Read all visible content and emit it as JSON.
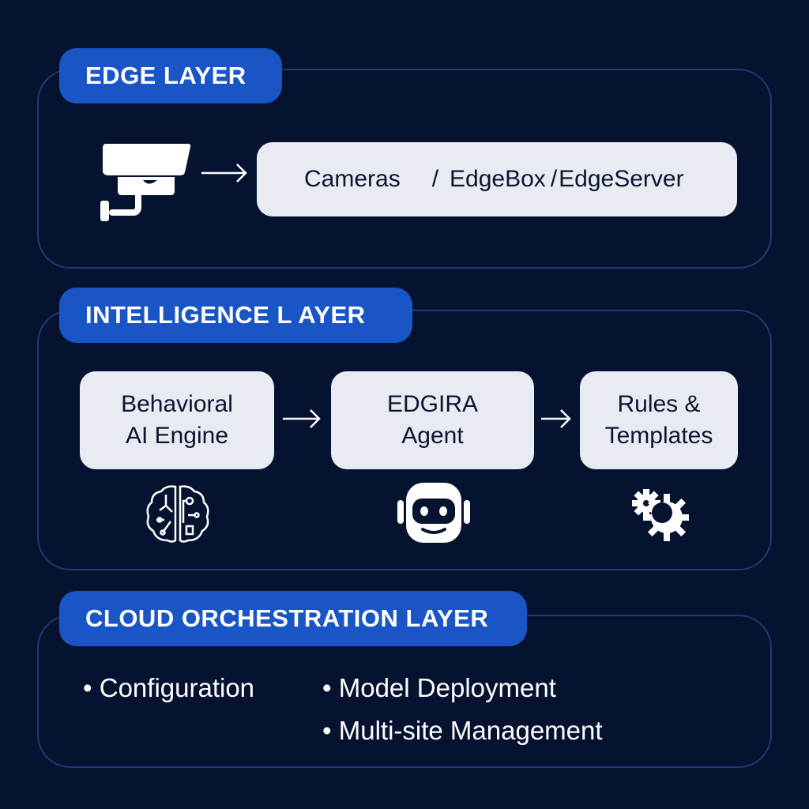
{
  "edge_layer": {
    "title": "EDGE LAYER",
    "device_box": {
      "cameras": "Cameras",
      "sep1": "/",
      "edgebox": "EdgeBox",
      "sep2": "/",
      "edgeserver": "EdgeServer"
    }
  },
  "intelligence_layer": {
    "title": "INTELLIGENCE L AYER",
    "nodes": [
      {
        "line1": "Behavioral",
        "line2": "AI Engine",
        "icon": "brain-circuit-icon"
      },
      {
        "line1": "EDGIRA",
        "line2": "Agent",
        "icon": "robot-icon"
      },
      {
        "line1": "Rules &",
        "line2": "Templates",
        "icon": "gears-icon"
      }
    ]
  },
  "cloud_layer": {
    "title": "CLOUD ORCHESTRATION LAYER",
    "items": [
      "Configuration",
      "Model Deployment",
      "Multi-site Management"
    ]
  },
  "colors": {
    "background": "#061330",
    "pill": "#1a55c6",
    "border": "#1d3a78",
    "box": "#e8ebf2"
  }
}
